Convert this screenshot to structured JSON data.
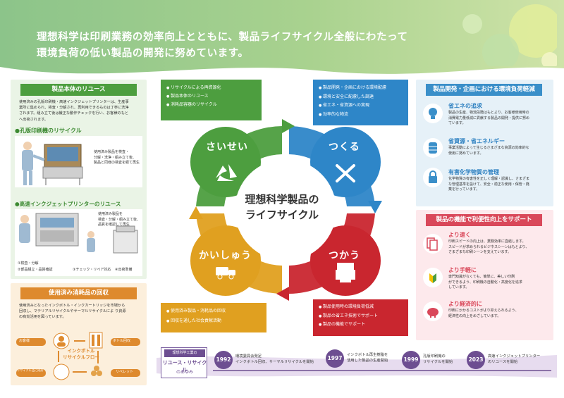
{
  "header": {
    "line1": "理想科学は印刷業務の効率向上とともに、製品ライフサイクル全般にわたって",
    "line2": "環境負荷の低い製品の開発に努めています。"
  },
  "left_top": {
    "title": "製品本体のリユース",
    "text": [
      "使用済みの孔版印刷機・高速インクジェットプリンターは、生産事",
      "業所に集められ、検査・分解され、再利用できるものは丁寧に洗浄",
      "されます。組み立て後は厳正な動作チェックを行い、お客様のもと",
      "へ出荷されます。"
    ],
    "sub1": "●孔版印刷機のリサイクル",
    "sub1_text": [
      "使用済み製品を検査・",
      "分解・洗浄・組み立て後、",
      "製品と同様の検査を経て再生"
    ],
    "sub2": "●高速インクジェットプリンターのリユース",
    "sub2_text": [
      "使用済み製品を",
      "検査・分解・組み立て後、",
      "品質を確認して再生"
    ],
    "steps": [
      "①検査・分解",
      "②部品組立・品質確認",
      "③チェック・リペア対応",
      "④出荷準備"
    ]
  },
  "left_bottom": {
    "title": "使用済み消耗品の回収",
    "text": [
      "使用済みとなったインクボトル・インクカートリッジを市場から",
      "回収し、マテリアルリサイクルやサーマルリサイクルによ り資源",
      "の有効活用を図っています。"
    ],
    "flow_title": [
      "インクボトル",
      "リサイクルフロー"
    ],
    "flow": [
      "お客様",
      "ボトル回収",
      "リペレット",
      "リサイクル品に成形"
    ]
  },
  "center": {
    "green": [
      "リサイクルによる再資源化",
      "製品本体のリユース",
      "消耗品容器のリサイクル"
    ],
    "blue": [
      "製品開発・企画における環境配慮",
      "環境と安全に配慮した調達",
      "省エネ・省資源への実現",
      "効率的な物流"
    ],
    "yellow": [
      "使用済み製品・消耗品の回収",
      "回収を通した社会貢献活動"
    ],
    "red": [
      "製品使用時の環境負荷低減",
      "製品の省エネ技術でサポート",
      "製品の機能でサポート"
    ],
    "labels": {
      "saisei": "さいせい",
      "tsukuru": "つくる",
      "kaishu": "かいしゅう",
      "tsukau": "つかう"
    },
    "title_line1": "理想科学製品の",
    "title_line2": "ライフサイクル"
  },
  "right_top": {
    "title": "製品開発・企画における環境負荷軽減",
    "items": [
      {
        "head": "省エネの追求",
        "text": [
          "製品の生産、物流段階はもとより、お客様使用時の",
          "消費電力量低減に貢献する製品の開発・提供に努め",
          "ています。"
        ]
      },
      {
        "head": "省資源・省エネルギー",
        "text": [
          "事業活動によって生じるさまざまな資源の効率的な",
          "使用に努めています。"
        ]
      },
      {
        "head": "有害化学物質の管理",
        "text": [
          "化学物質の有害性を正しく理解・認識し、さまざま",
          "な管理基準を設けて、安全・適正な使用・保管・廃",
          "棄を行っています。"
        ]
      }
    ]
  },
  "right_bottom": {
    "title": "製品の機能で利便性向上をサポート",
    "items": [
      {
        "head": "より速く",
        "text": [
          "印刷スピードの向上は、業務効率に直結します。",
          "スピードが求められるビジネスシーンはもとより、",
          "さまざまな印刷シーンを支えています。"
        ]
      },
      {
        "head": "より手軽に",
        "text": [
          "専門知識がなくても、簡単に、美しい印刷",
          "ができるよう、印刷機の自動化・高度化を追求",
          "しています。"
        ]
      },
      {
        "head": "より経済的に",
        "text": [
          "印刷にかかるコストがより抑えられるよう、",
          "経済性の向上をめざしています。"
        ]
      }
    ]
  },
  "timeline": {
    "label1": "理想科学工業の",
    "label2": "リユース・リサイクル",
    "label3": "のあゆみ",
    "events": [
      {
        "year": "1992",
        "text": [
          "環境委員会発足",
          "インクボトル回収、サーマルリサイクルを開始"
        ]
      },
      {
        "year": "1997",
        "text": [
          "インクボトル再生樹脂を",
          "活用した製品の生産開始"
        ]
      },
      {
        "year": "1999",
        "text": [
          "孔版印刷機の",
          "リサイクルを開始"
        ]
      },
      {
        "year": "2023",
        "text": [
          "高速インクジェットプリンター",
          "のリユースを開始"
        ]
      }
    ]
  },
  "colors": {
    "green": "#4d9e3f",
    "blue": "#2e86c8",
    "yellow": "#e0a020",
    "red": "#c9262f",
    "purple": "#6d4e91"
  }
}
